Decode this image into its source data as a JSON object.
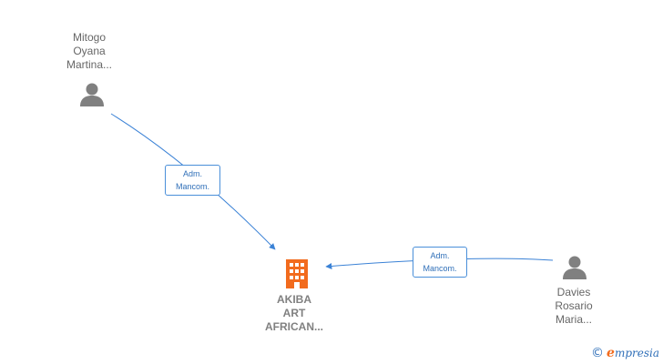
{
  "nodes": {
    "person1": {
      "lines": [
        "Mitogo",
        "Oyana",
        "Martina..."
      ],
      "icon": "person-icon"
    },
    "person2": {
      "lines": [
        "Davies",
        "Rosario",
        "Maria..."
      ],
      "icon": "person-icon"
    },
    "company": {
      "lines": [
        "AKIBA",
        "ART",
        "AFRICAN..."
      ],
      "icon": "building-icon"
    }
  },
  "edges": [
    {
      "from": "person1",
      "to": "company",
      "label": [
        "Adm.",
        "Mancom."
      ]
    },
    {
      "from": "person2",
      "to": "company",
      "label": [
        "Adm.",
        "Mancom."
      ]
    }
  ],
  "brand": {
    "copyright": "©",
    "initial": "e",
    "rest": "mpresia"
  },
  "colors": {
    "edge": "#4a8fd9",
    "company": "#f26b1d",
    "person": "#808080",
    "text": "#666666"
  }
}
